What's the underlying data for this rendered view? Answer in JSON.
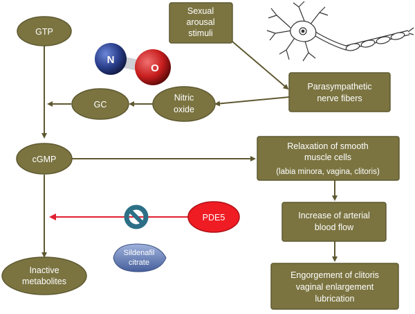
{
  "colors": {
    "node_fill": "#7b7441",
    "node_stroke": "#5e5830",
    "arrow": "#5e5830",
    "inhibit_arrow": "#e02030",
    "pde5_fill": "#ef1c24",
    "nitrogen_atom": "#2a3f8c",
    "oxygen_atom": "#c81e1e",
    "blocker_ring": "#2c6f86",
    "pill": "#5d78b0"
  },
  "nodes": {
    "gtp": "GTP",
    "gc": "GC",
    "nitric_oxide": [
      "Nitric",
      "oxide"
    ],
    "cgmp": "cGMP",
    "inactive_metabolites": [
      "Inactive",
      "metabolites"
    ],
    "sexual_arousal": [
      "Sexual",
      "arousal",
      "stimuli"
    ],
    "parasympathetic": [
      "Parasympathetic",
      "nerve fibers"
    ],
    "relaxation": [
      "Relaxation of smooth",
      "muscle cells",
      "(labia minora, vagina, clitoris)"
    ],
    "arterial_flow": [
      "Increase of arterial",
      "blood flow"
    ],
    "engorgement": [
      "Engorgement of clitoris",
      "vaginal enlargement",
      "lubrication"
    ],
    "pde5": "PDE5"
  },
  "molecule": {
    "atom1": "N",
    "atom2": "O"
  },
  "drug": {
    "name": [
      "Sildenafil",
      "citrate"
    ]
  },
  "icons": [
    "neuron-illustration",
    "no-molecule-icon",
    "inhibition-icon",
    "sildenafil-pill-icon"
  ]
}
